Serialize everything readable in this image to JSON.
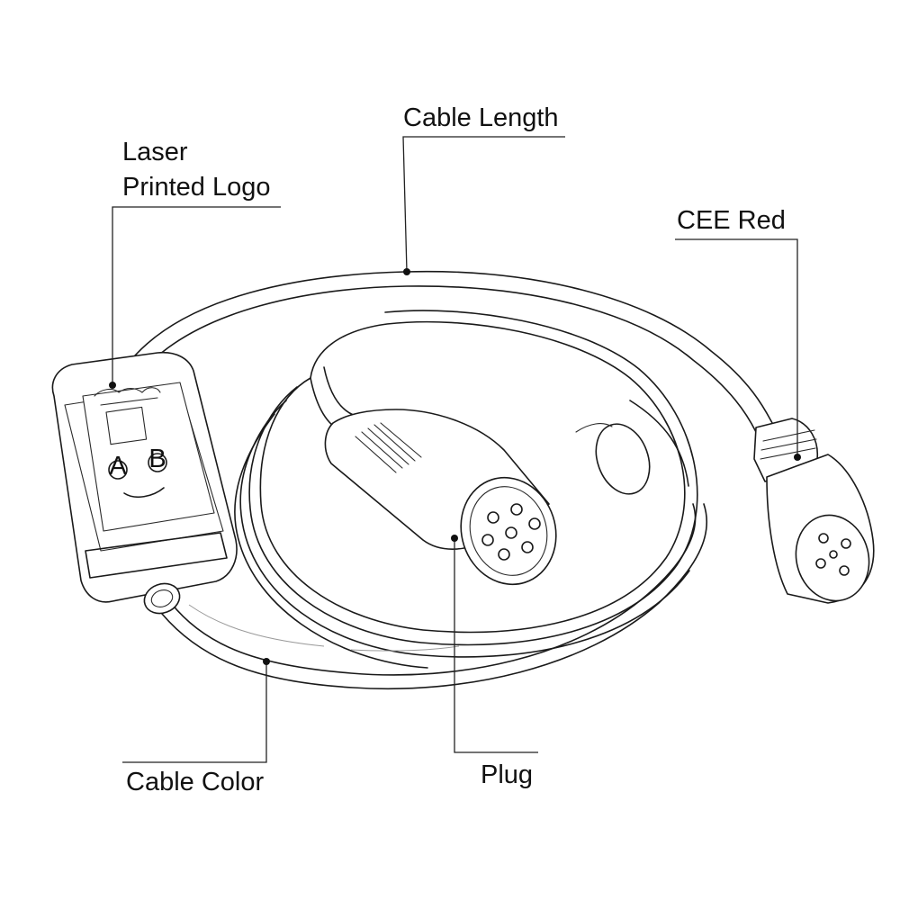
{
  "callouts": {
    "cable_length": "Cable Length",
    "logo_line1": "Laser",
    "logo_line2": "Printed Logo",
    "cee_red": "CEE Red",
    "cable_color": "Cable Color",
    "plug": "Plug"
  },
  "control_box": {
    "button_a": "A",
    "button_b": "B"
  },
  "colors": {
    "ink": "#1a1a1a",
    "background": "#ffffff"
  }
}
